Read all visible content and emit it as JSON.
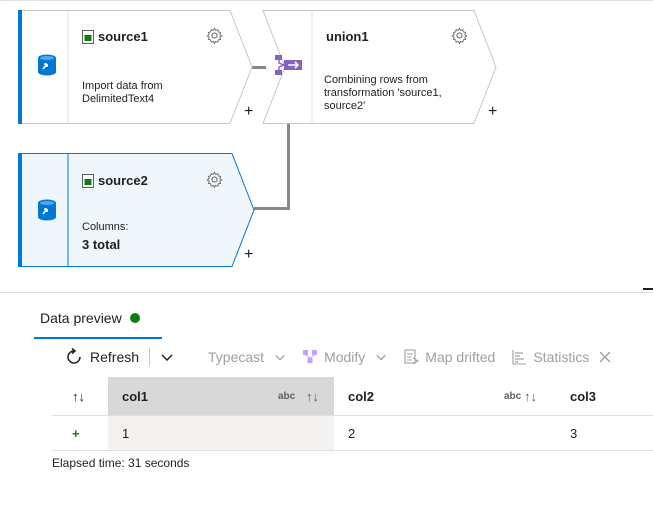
{
  "nodes": {
    "source1": {
      "title": "source1",
      "desc_line1": "Import data from",
      "desc_line2": "DelimitedText4"
    },
    "union1": {
      "title": "union1",
      "desc_line1": "Combining rows from",
      "desc_line2": "transformation 'source1,",
      "desc_line3": "source2'"
    },
    "source2": {
      "title": "source2",
      "desc_label": "Columns:",
      "desc_value": "3 total"
    },
    "add_symbol": "+"
  },
  "preview": {
    "tab_label": "Data preview",
    "toolbar": {
      "refresh": "Refresh",
      "typecast": "Typecast",
      "modify": "Modify",
      "map_drifted": "Map drifted",
      "statistics": "Statistics"
    },
    "columns": [
      {
        "name": "col1",
        "type": "abc"
      },
      {
        "name": "col2",
        "type": "abc"
      },
      {
        "name": "col3",
        "type": ""
      }
    ],
    "rows": [
      [
        "1",
        "2",
        "3"
      ]
    ],
    "elapsed": "Elapsed time: 31 seconds"
  },
  "colors": {
    "accent": "#0078d4",
    "status_ok": "#107c10",
    "connector": "#8a8886",
    "union_icon": "#8661c5"
  },
  "icons": {
    "db": "database-icon",
    "file": "file-icon",
    "gear": "gear-icon",
    "union": "union-icon",
    "refresh": "refresh-icon",
    "sort": "sort-icon",
    "add_row": "add-row-icon"
  }
}
